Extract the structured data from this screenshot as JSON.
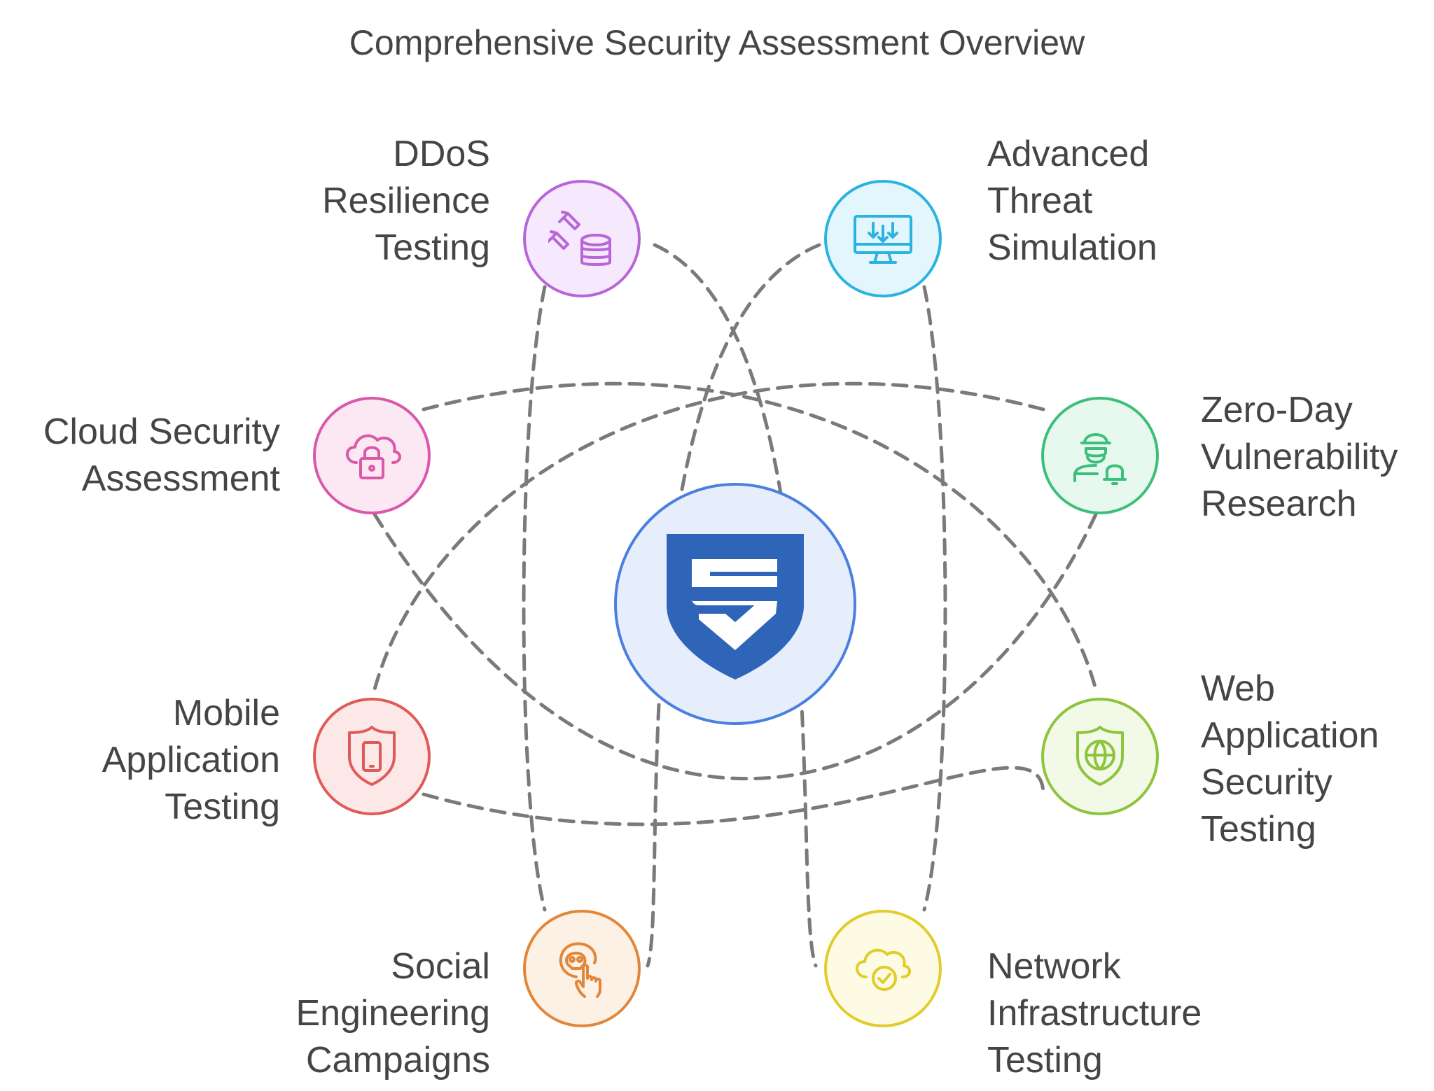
{
  "title": "Comprehensive Security Assessment Overview",
  "center": {
    "icon": "shield-s-logo-icon",
    "color": "#2f65b8",
    "fill": "#e6eefc",
    "border": "#4a7fe0"
  },
  "link_color": "#7a7a7a",
  "nodes": [
    {
      "id": "ddos",
      "lines": [
        "DDoS",
        "Resilience",
        "Testing"
      ],
      "icon": "missiles-database-icon",
      "color": "#b766d8",
      "fill": "#f6e8fd"
    },
    {
      "id": "threat",
      "lines": [
        "Advanced",
        "Threat",
        "Simulation"
      ],
      "icon": "monitor-download-icon",
      "color": "#2bb3e0",
      "fill": "#e4f6fd"
    },
    {
      "id": "cloud",
      "lines": [
        "Cloud Security",
        "Assessment"
      ],
      "icon": "cloud-lock-icon",
      "color": "#d958a8",
      "fill": "#fce8f3"
    },
    {
      "id": "zeroday",
      "lines": [
        "Zero-Day",
        "Vulnerability",
        "Research"
      ],
      "icon": "hacker-alert-icon",
      "color": "#3cbf79",
      "fill": "#e7f8ee"
    },
    {
      "id": "mobile",
      "lines": [
        "Mobile",
        "Application",
        "Testing"
      ],
      "icon": "shield-phone-icon",
      "color": "#e05a5a",
      "fill": "#fde8e8"
    },
    {
      "id": "web",
      "lines": [
        "Web",
        "Application",
        "Security",
        "Testing"
      ],
      "icon": "shield-globe-icon",
      "color": "#8cc43c",
      "fill": "#f2f9e7"
    },
    {
      "id": "social",
      "lines": [
        "Social",
        "Engineering",
        "Campaigns"
      ],
      "icon": "skull-click-icon",
      "color": "#e2873a",
      "fill": "#fdf0e5"
    },
    {
      "id": "network",
      "lines": [
        "Network",
        "Infrastructure",
        "Testing"
      ],
      "icon": "cloud-check-icon",
      "color": "#e2cc2a",
      "fill": "#fdfbe4"
    }
  ]
}
